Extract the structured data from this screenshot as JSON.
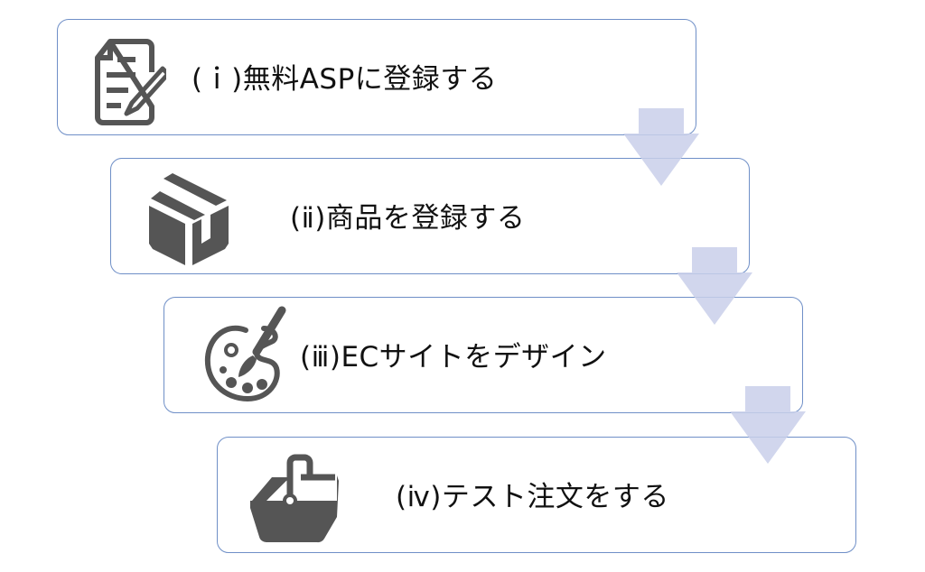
{
  "steps": [
    {
      "label": "(ｉ)無料ASPに登録する",
      "icon": "document-edit-icon"
    },
    {
      "label": "(ⅱ)商品を登録する",
      "icon": "package-box-icon"
    },
    {
      "label": "(ⅲ)ECサイトをデザイン",
      "icon": "paint-palette-icon"
    },
    {
      "label": "(ⅳ)テスト注文をする",
      "icon": "shopping-basket-icon"
    }
  ],
  "colors": {
    "border": "#6f8fc7",
    "arrow": "#c9d0ea",
    "icon": "#555555"
  }
}
